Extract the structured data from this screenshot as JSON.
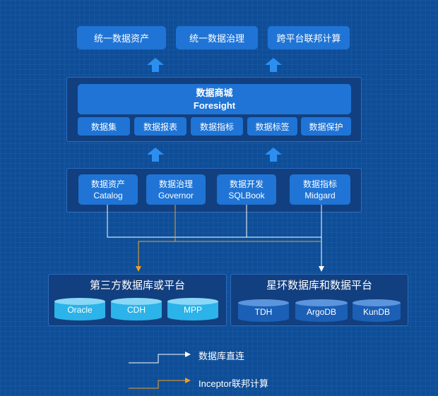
{
  "top": {
    "items": [
      "统一数据资产",
      "统一数据治理",
      "跨平台联邦计算"
    ]
  },
  "mall": {
    "title": "数据商城",
    "subtitle": "Foresight",
    "items": [
      "数据集",
      "数据报表",
      "数据指标",
      "数据标签",
      "数据保护"
    ]
  },
  "modules": [
    {
      "cn": "数据资产",
      "en": "Catalog"
    },
    {
      "cn": "数据治理",
      "en": "Governor"
    },
    {
      "cn": "数据开发",
      "en": "SQLBook"
    },
    {
      "cn": "数据指标",
      "en": "Midgard"
    }
  ],
  "third_party": {
    "title": "第三方数据库或平台",
    "dbs": [
      "Oracle",
      "CDH",
      "MPP"
    ]
  },
  "transwarp": {
    "title": "星环数据库和数据平台",
    "dbs": [
      "TDH",
      "ArgoDB",
      "KunDB"
    ]
  },
  "legend": {
    "direct": "数据库直连",
    "federated": "Inceptor联邦计算"
  },
  "colors": {
    "background": "#0e4e98",
    "box": "#1f74d6",
    "cyan_db": "#2bb3ea",
    "dark_db": "#1b5fb6",
    "direct_line": "#ffffff",
    "federated_line": "#f0a020"
  }
}
